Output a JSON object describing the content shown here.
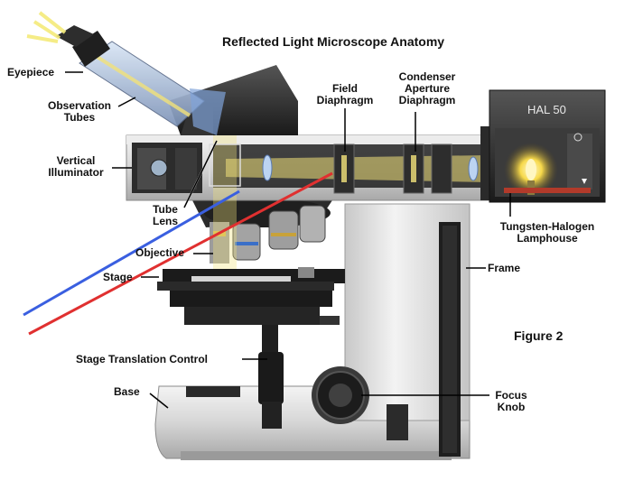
{
  "title": "Reflected Light Microscope Anatomy",
  "figure_label": "Figure 2",
  "lamp_badge": "HAL 50",
  "labels": {
    "eyepiece": "Eyepiece",
    "observation_tubes": [
      "Observation",
      "Tubes"
    ],
    "vertical_illuminator": [
      "Vertical",
      "Illuminator"
    ],
    "tube_lens": [
      "Tube",
      "Lens"
    ],
    "objective": "Objective",
    "stage": "Stage",
    "stage_translation_control": "Stage Translation Control",
    "base": "Base",
    "field_diaphragm": [
      "Field",
      "Diaphragm"
    ],
    "condenser_aperture_diaphragm": [
      "Condenser",
      "Aperture",
      "Diaphragm"
    ],
    "tungsten_halogen_lamphouse": [
      "Tungsten-Halogen",
      "Lamphouse"
    ],
    "frame": "Frame",
    "focus_knob": [
      "Focus",
      "Knob"
    ]
  },
  "colors": {
    "incident_ray": "#3a5fe0",
    "reflected_ray": "#e03030",
    "light_path": "#f2e27a"
  }
}
